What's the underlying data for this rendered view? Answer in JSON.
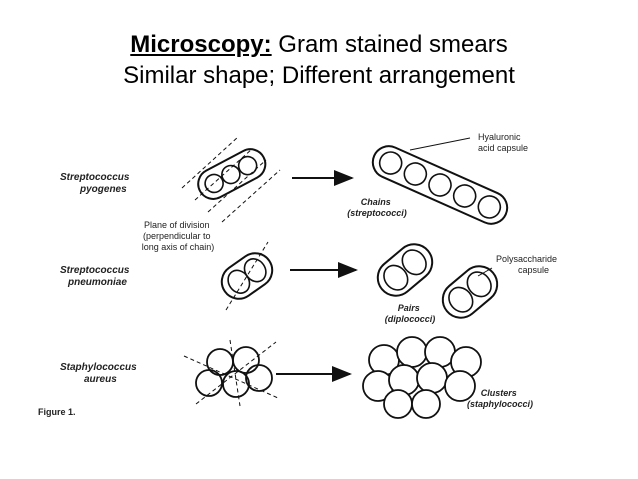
{
  "slide": {
    "title_bold": "Microscopy:",
    "title_rest": " Gram stained smears",
    "subtitle": "Similar shape; Different arrangement"
  },
  "figure": {
    "caption": "Figure 1.",
    "rows": [
      {
        "organism": [
          "Streptococcus",
          "pyogenes"
        ],
        "result": [
          "Chains",
          "(streptococci)"
        ],
        "capsule": [
          "Hyaluronic",
          "acid capsule"
        ]
      },
      {
        "organism": [
          "Streptococcus",
          "pneumoniae"
        ],
        "result": [
          "Pairs",
          "(diplococci)"
        ],
        "capsule": [
          "Polysaccharide",
          "capsule"
        ]
      },
      {
        "organism": [
          "Staphylococcus",
          "aureus"
        ],
        "result": [
          "Clusters",
          "(staphylococci)"
        ]
      }
    ],
    "division_note": [
      "Plane of division",
      "(perpendicular to",
      "long axis of chain)"
    ]
  }
}
